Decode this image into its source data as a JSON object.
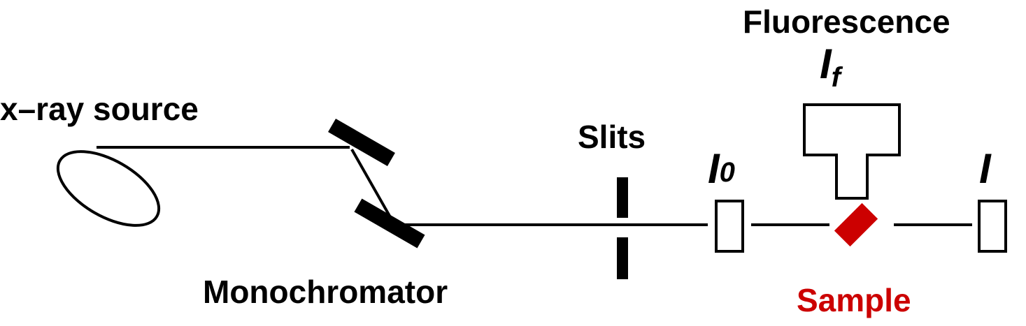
{
  "labels": {
    "source": "x–ray source",
    "monochromator": "Monochromator",
    "slits": "Slits",
    "i0_main": "I",
    "i0_sub": "0",
    "fluorescence": "Fluorescence",
    "if_main": "I",
    "if_sub": "f",
    "transmission": "I",
    "sample": "Sample"
  },
  "colors": {
    "sample": "#cc0000",
    "line": "#000000"
  }
}
